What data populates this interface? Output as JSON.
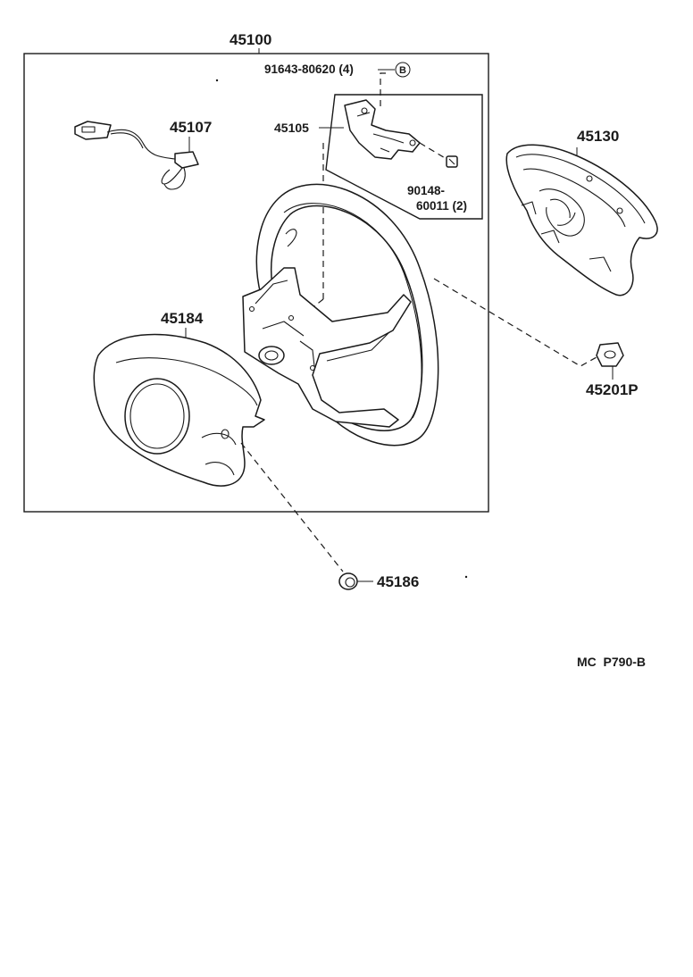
{
  "labels": {
    "assembly": "45100",
    "screw": "91643-80620 (4)",
    "ref_marker": "B",
    "bracket": "45105",
    "wire": "45107",
    "pad": "45130",
    "bolt_line1": "90148-",
    "bolt_line2": "60011 (2)",
    "cover": "45184",
    "nut": "45201P",
    "cap": "45186",
    "figure_code": "MC  P790-B"
  }
}
